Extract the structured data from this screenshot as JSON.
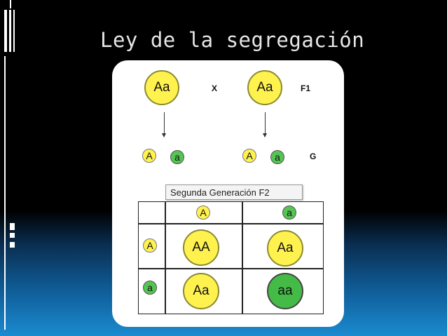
{
  "slide": {
    "title": "Ley de la segregación"
  },
  "diagram": {
    "parent1": "Aa",
    "cross_symbol": "X",
    "parent2": "Aa",
    "f1_label": "F1",
    "gametes_left": [
      "A",
      "a"
    ],
    "gametes_right": [
      "A",
      "a"
    ],
    "g_label": "G",
    "f2_title": "Segunda Generación F2",
    "punnett": {
      "col_headers": [
        "A",
        "a"
      ],
      "row_headers": [
        "A",
        "a"
      ],
      "cells": [
        [
          "AA",
          "Aa"
        ],
        [
          "Aa",
          "aa"
        ]
      ]
    }
  },
  "colors": {
    "dominant_yellow": "#fff24f",
    "recessive_green": "#45bb47"
  }
}
